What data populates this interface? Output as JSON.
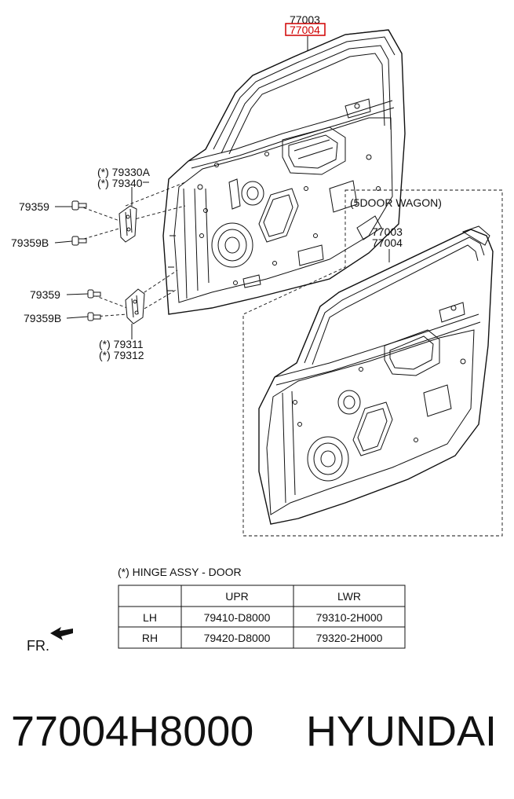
{
  "callouts": {
    "main_upper": "77003",
    "main_lower_highlighted": "77004",
    "hinge_upper_1": "(*) 79330A",
    "hinge_upper_2": "(*) 79340",
    "bolt_1": "79359",
    "bolt_1b": "79359B",
    "bolt_2": "79359",
    "bolt_2b": "79359B",
    "hinge_lower_1": "(*) 79311",
    "hinge_lower_2": "(*) 79312",
    "wagon_title": "(5DOOR WAGON)",
    "wagon_upper": "77003",
    "wagon_lower": "77004"
  },
  "hinge_table": {
    "note": "(*) HINGE ASSY - DOOR",
    "headers": [
      "",
      "UPR",
      "LWR"
    ],
    "rows": [
      [
        "LH",
        "79410-D8000",
        "79310-2H000"
      ],
      [
        "RH",
        "79420-D8000",
        "79320-2H000"
      ]
    ]
  },
  "front_indicator": "FR.",
  "caption": {
    "part_number": "77004H8000",
    "brand": "HYUNDAI"
  },
  "colors": {
    "highlight": "#d00000",
    "line": "#111111"
  }
}
